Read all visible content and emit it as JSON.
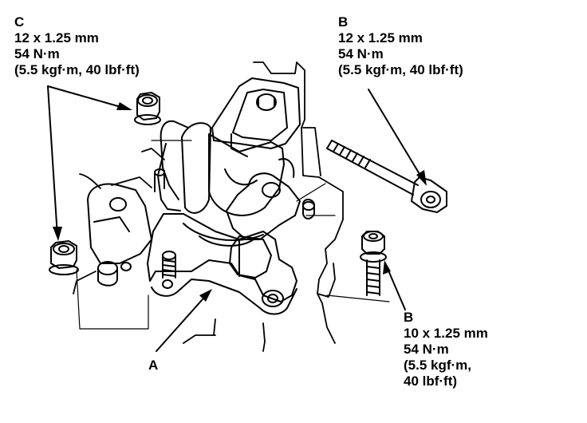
{
  "callouts": {
    "c": {
      "letter": "C",
      "size": "12 x 1.25 mm",
      "torque": "54 N·m",
      "torque_alt": "(5.5 kgf·m, 40 lbf·ft)"
    },
    "b_top": {
      "letter": "B",
      "size": "12 x 1.25 mm",
      "torque": "54 N·m",
      "torque_alt": "(5.5 kgf·m, 40 lbf·ft)"
    },
    "b_bottom": {
      "letter": "B",
      "size": "10 x 1.25 mm",
      "torque": "54 N·m",
      "torque_alt_1": "(5.5 kgf·m,",
      "torque_alt_2": "40 lbf·ft)"
    },
    "a": {
      "letter": "A"
    }
  },
  "colors": {
    "ink": "#000000",
    "paper": "#ffffff"
  }
}
